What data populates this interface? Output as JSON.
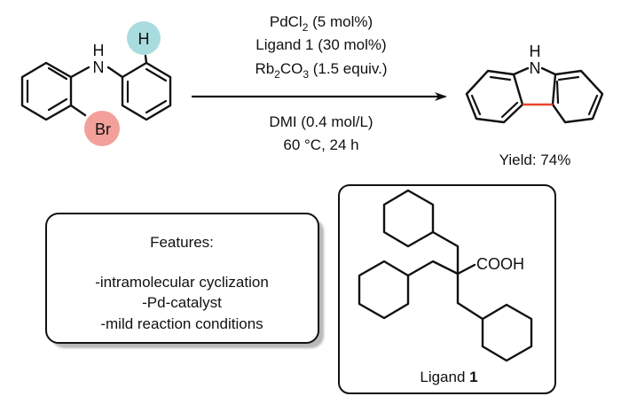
{
  "reaction": {
    "starting_material": {
      "name": "2-bromo-N-phenylaniline",
      "atoms": {
        "nitrogen": "N",
        "nitrogen_h": "H",
        "ortho_h": "H",
        "bromine": "Br"
      },
      "highlight_colors": {
        "ortho_h": "#a9dcde",
        "bromine": "#f3a09b"
      }
    },
    "conditions_above": [
      {
        "main": "PdCl",
        "sub": "2",
        "rest": " (5 mol%)"
      },
      {
        "main": "Ligand 1 (30 mol%)",
        "sub": "",
        "rest": ""
      },
      {
        "main": "Rb",
        "sub": "2",
        "mid": "CO",
        "sub2": "3",
        "rest": " (1.5 equiv.)"
      }
    ],
    "conditions_below": [
      "DMI (0.4 mol/L)",
      "60 °C, 24 h"
    ],
    "product": {
      "name": "carbazole",
      "atoms": {
        "nitrogen": "N",
        "nitrogen_h": "H"
      },
      "new_bond_color": "#e8442e",
      "yield_label": "Yield: 74%"
    }
  },
  "features_box": {
    "title": "Features:",
    "items": [
      "-intramolecular cyclization",
      "-Pd-catalyst",
      "-mild reaction conditions"
    ]
  },
  "ligand_box": {
    "group_label": "COOH",
    "caption_prefix": "Ligand ",
    "caption_number": "1"
  }
}
